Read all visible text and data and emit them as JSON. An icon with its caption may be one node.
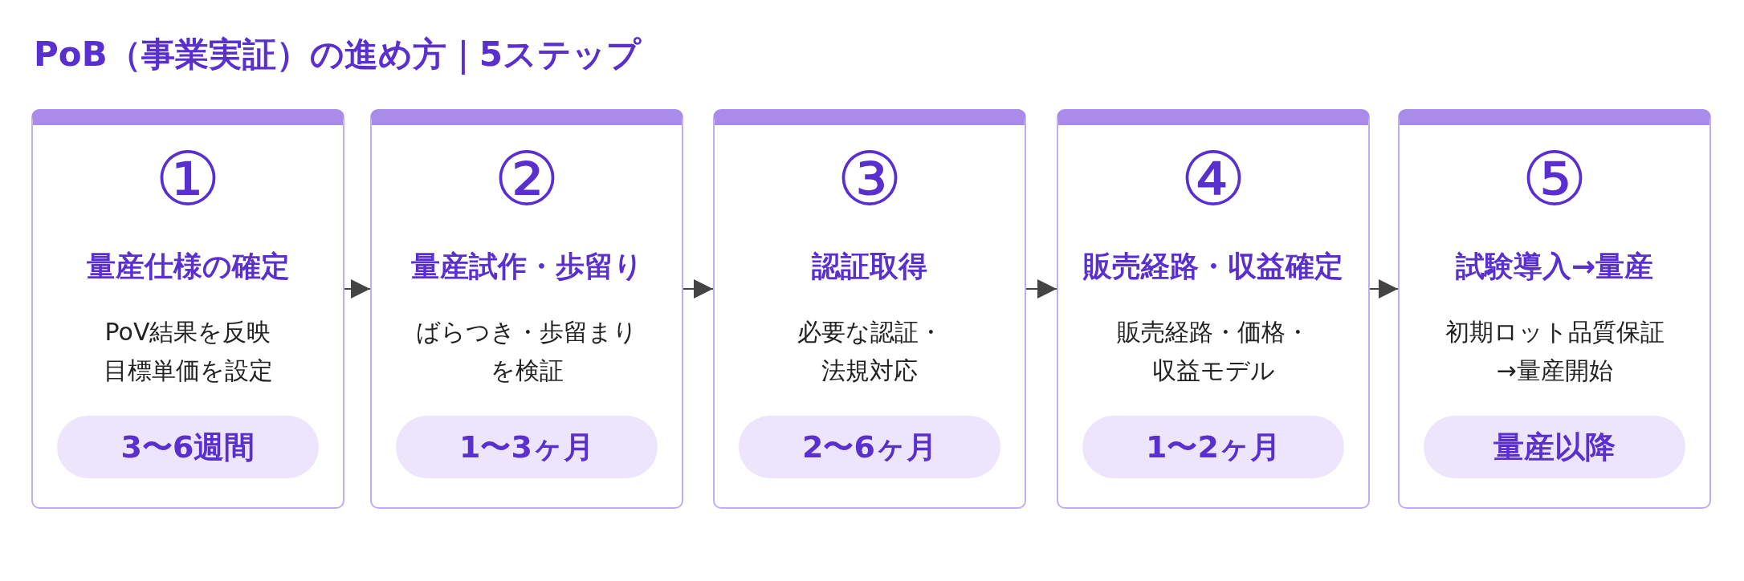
{
  "diagram": {
    "title": "PoB（事業実証）の進め方｜5ステップ",
    "nodes": [
      {
        "text": [
          "①",
          "量産仕様の確定",
          "PoV結果を反映目標単価を設定"
        ]
      },
      {
        "text": [
          "3〜6週間"
        ],
        "in": 0
      },
      {
        "text": [
          "②",
          "量産試作・歩留り",
          "ばらつき・歩留まりを検証"
        ]
      },
      {
        "text": [
          "1〜3ヶ月"
        ],
        "in": 2
      },
      {
        "text": [
          "③",
          "認証取得",
          "必要な認証・法規対応"
        ]
      },
      {
        "text": [
          "2〜6ヶ月"
        ],
        "in": 4
      },
      {
        "text": [
          "④",
          "販売経路・収益確定",
          "販売経路・価格・収益モデル"
        ]
      },
      {
        "text": [
          "1〜2ヶ月"
        ],
        "in": 6
      },
      {
        "text": [
          "⑤",
          "試験導入→量産",
          "初期ロット品質保証→量産開始"
        ]
      },
      {
        "text": [
          "量産以降"
        ],
        "in": 8
      }
    ],
    "edges": [
      {
        "from": 0,
        "to": 2,
        "arrow": "to"
      },
      {
        "from": 2,
        "to": 4,
        "arrow": "to"
      },
      {
        "from": 4,
        "to": 6,
        "arrow": "to"
      },
      {
        "from": 6,
        "to": 8,
        "arrow": "to"
      }
    ]
  }
}
